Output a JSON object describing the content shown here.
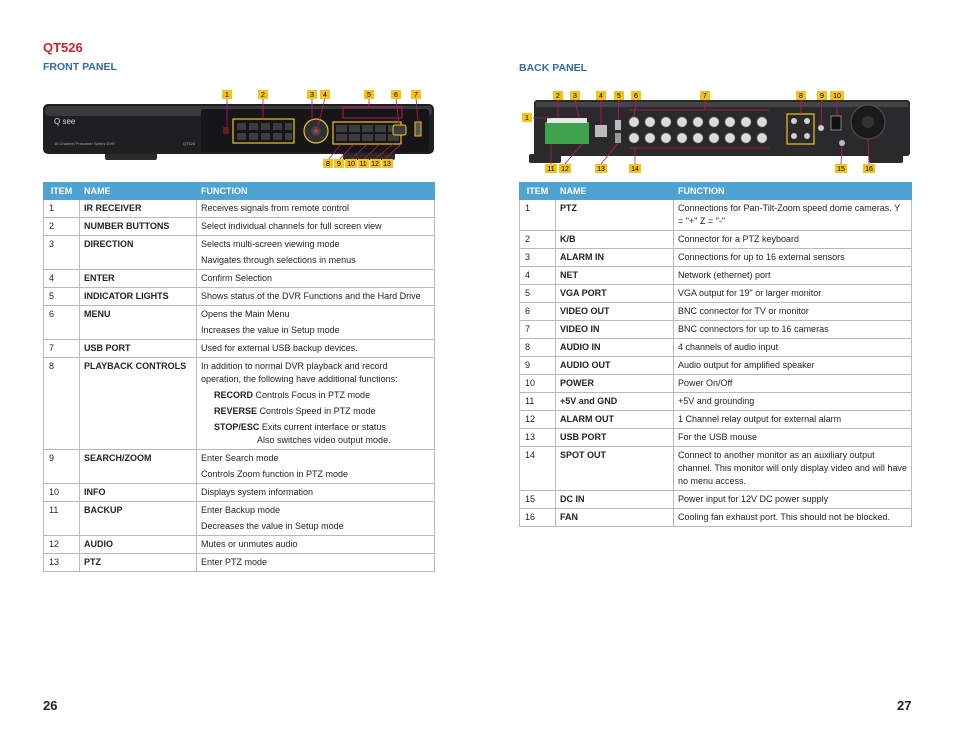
{
  "model": "QT526",
  "front": {
    "heading": "FRONT PANEL",
    "device": {
      "brand": "Q see",
      "label": "16 Channel Prosumer Series DVR",
      "model_label": "QT526",
      "callouts_top": [
        "1",
        "2",
        "3",
        "4",
        "5",
        "6",
        "7"
      ],
      "callouts_bottom": [
        "8",
        "9",
        "10",
        "11",
        "12",
        "13"
      ]
    },
    "headers": [
      "ITEM",
      "NAME",
      "FUNCTION"
    ],
    "rows": [
      {
        "item": "1",
        "name": "IR RECEIVER",
        "func": [
          "Receives signals from remote control"
        ]
      },
      {
        "item": "2",
        "name": "NUMBER BUTTONS",
        "func": [
          "Select individual channels for full screen view"
        ]
      },
      {
        "item": "3",
        "name": "DIRECTION",
        "func": [
          "Selects multi-screen viewing mode",
          "Navigates through selections in menus"
        ]
      },
      {
        "item": "4",
        "name": "ENTER",
        "func": [
          "Confirm Selection"
        ]
      },
      {
        "item": "5",
        "name": "INDICATOR LIGHTS",
        "func": [
          "Shows status of the DVR Functions and the Hard Drive"
        ]
      },
      {
        "item": "6",
        "name": "MENU",
        "func": [
          "Opens the Main Menu",
          "Increases the value in Setup mode"
        ]
      },
      {
        "item": "7",
        "name": "USB PORT",
        "func": [
          "Used for external USB backup devices."
        ]
      },
      {
        "item": "8",
        "name": "PLAYBACK CONTROLS",
        "func": [
          "In addition to normal DVR playback and record operation, the following have additional functions:"
        ],
        "subs": [
          {
            "key": "RECORD",
            "text": "Controls Focus in PTZ mode"
          },
          {
            "key": "REVERSE",
            "text": "Controls Speed in PTZ mode"
          },
          {
            "key": "STOP/ESC",
            "text": "Exits current interface or status",
            "cont": "Also switches video output mode."
          }
        ]
      },
      {
        "item": "9",
        "name": "SEARCH/ZOOM",
        "func": [
          "Enter Search mode",
          "Controls Zoom function in PTZ mode"
        ]
      },
      {
        "item": "10",
        "name": "INFO",
        "func": [
          "Displays system information"
        ]
      },
      {
        "item": "11",
        "name": "BACKUP",
        "func": [
          "Enter Backup mode",
          "Decreases the value in Setup mode"
        ]
      },
      {
        "item": "12",
        "name": "AUDIO",
        "func": [
          "Mutes or unmutes audio"
        ]
      },
      {
        "item": "13",
        "name": "PTZ",
        "func": [
          "Enter PTZ mode"
        ]
      }
    ]
  },
  "back": {
    "heading": "BACK PANEL",
    "device": {
      "callouts_top": [
        "2",
        "3",
        "4",
        "5",
        "6",
        "7",
        "8",
        "9",
        "10"
      ],
      "callout_left": "1",
      "callouts_bottom": [
        "11",
        "12",
        "13",
        "14",
        "15",
        "16"
      ]
    },
    "headers": [
      "ITEM",
      "NAME",
      "FUNCTION"
    ],
    "rows": [
      {
        "item": "1",
        "name": "PTZ",
        "func": [
          "Connections for Pan-Tilt-Zoom speed dome cameras. Y = \"+\" Z = \"-\""
        ]
      },
      {
        "item": "2",
        "name": "K/B",
        "func": [
          "Connector for a PTZ keyboard"
        ]
      },
      {
        "item": "3",
        "name": "ALARM IN",
        "func": [
          "Connections for up to 16 external sensors"
        ]
      },
      {
        "item": "4",
        "name": "NET",
        "func": [
          "Network (ethernet) port"
        ]
      },
      {
        "item": "5",
        "name": "VGA PORT",
        "func": [
          "VGA output for 19\" or larger monitor"
        ]
      },
      {
        "item": "6",
        "name": "VIDEO OUT",
        "func": [
          "BNC connector for TV or monitor"
        ]
      },
      {
        "item": "7",
        "name": "VIDEO IN",
        "func": [
          "BNC connectors for up to 16 cameras"
        ]
      },
      {
        "item": "8",
        "name": "AUDIO IN",
        "func": [
          "4 channels of audio input"
        ]
      },
      {
        "item": "9",
        "name": "AUDIO OUT",
        "func": [
          "Audio output for amplified speaker"
        ]
      },
      {
        "item": "10",
        "name": "POWER",
        "func": [
          "Power On/Off"
        ]
      },
      {
        "item": "11",
        "name": "+5V and GND",
        "func": [
          "+5V and grounding"
        ]
      },
      {
        "item": "12",
        "name": "ALARM OUT",
        "func": [
          "1 Channel relay output for external alarm"
        ]
      },
      {
        "item": "13",
        "name": "USB PORT",
        "func": [
          "For the USB mouse"
        ]
      },
      {
        "item": "14",
        "name": "SPOT OUT",
        "func": [
          "Connect to another monitor as an auxiliary output channel. This monitor will only display video and will have no menu access."
        ]
      },
      {
        "item": "15",
        "name": "DC IN",
        "func": [
          "Power input for 12V DC power supply"
        ]
      },
      {
        "item": "16",
        "name": "FAN",
        "func": [
          "Cooling fan exhaust port. This should not be blocked."
        ]
      }
    ]
  },
  "pages": {
    "left": "26",
    "right": "27"
  },
  "colors": {
    "model": "#d4202a",
    "heading": "#2e6da4",
    "table_header": "#4da3d2",
    "callout": "#f3c318",
    "callout_line": "#c2185b"
  }
}
